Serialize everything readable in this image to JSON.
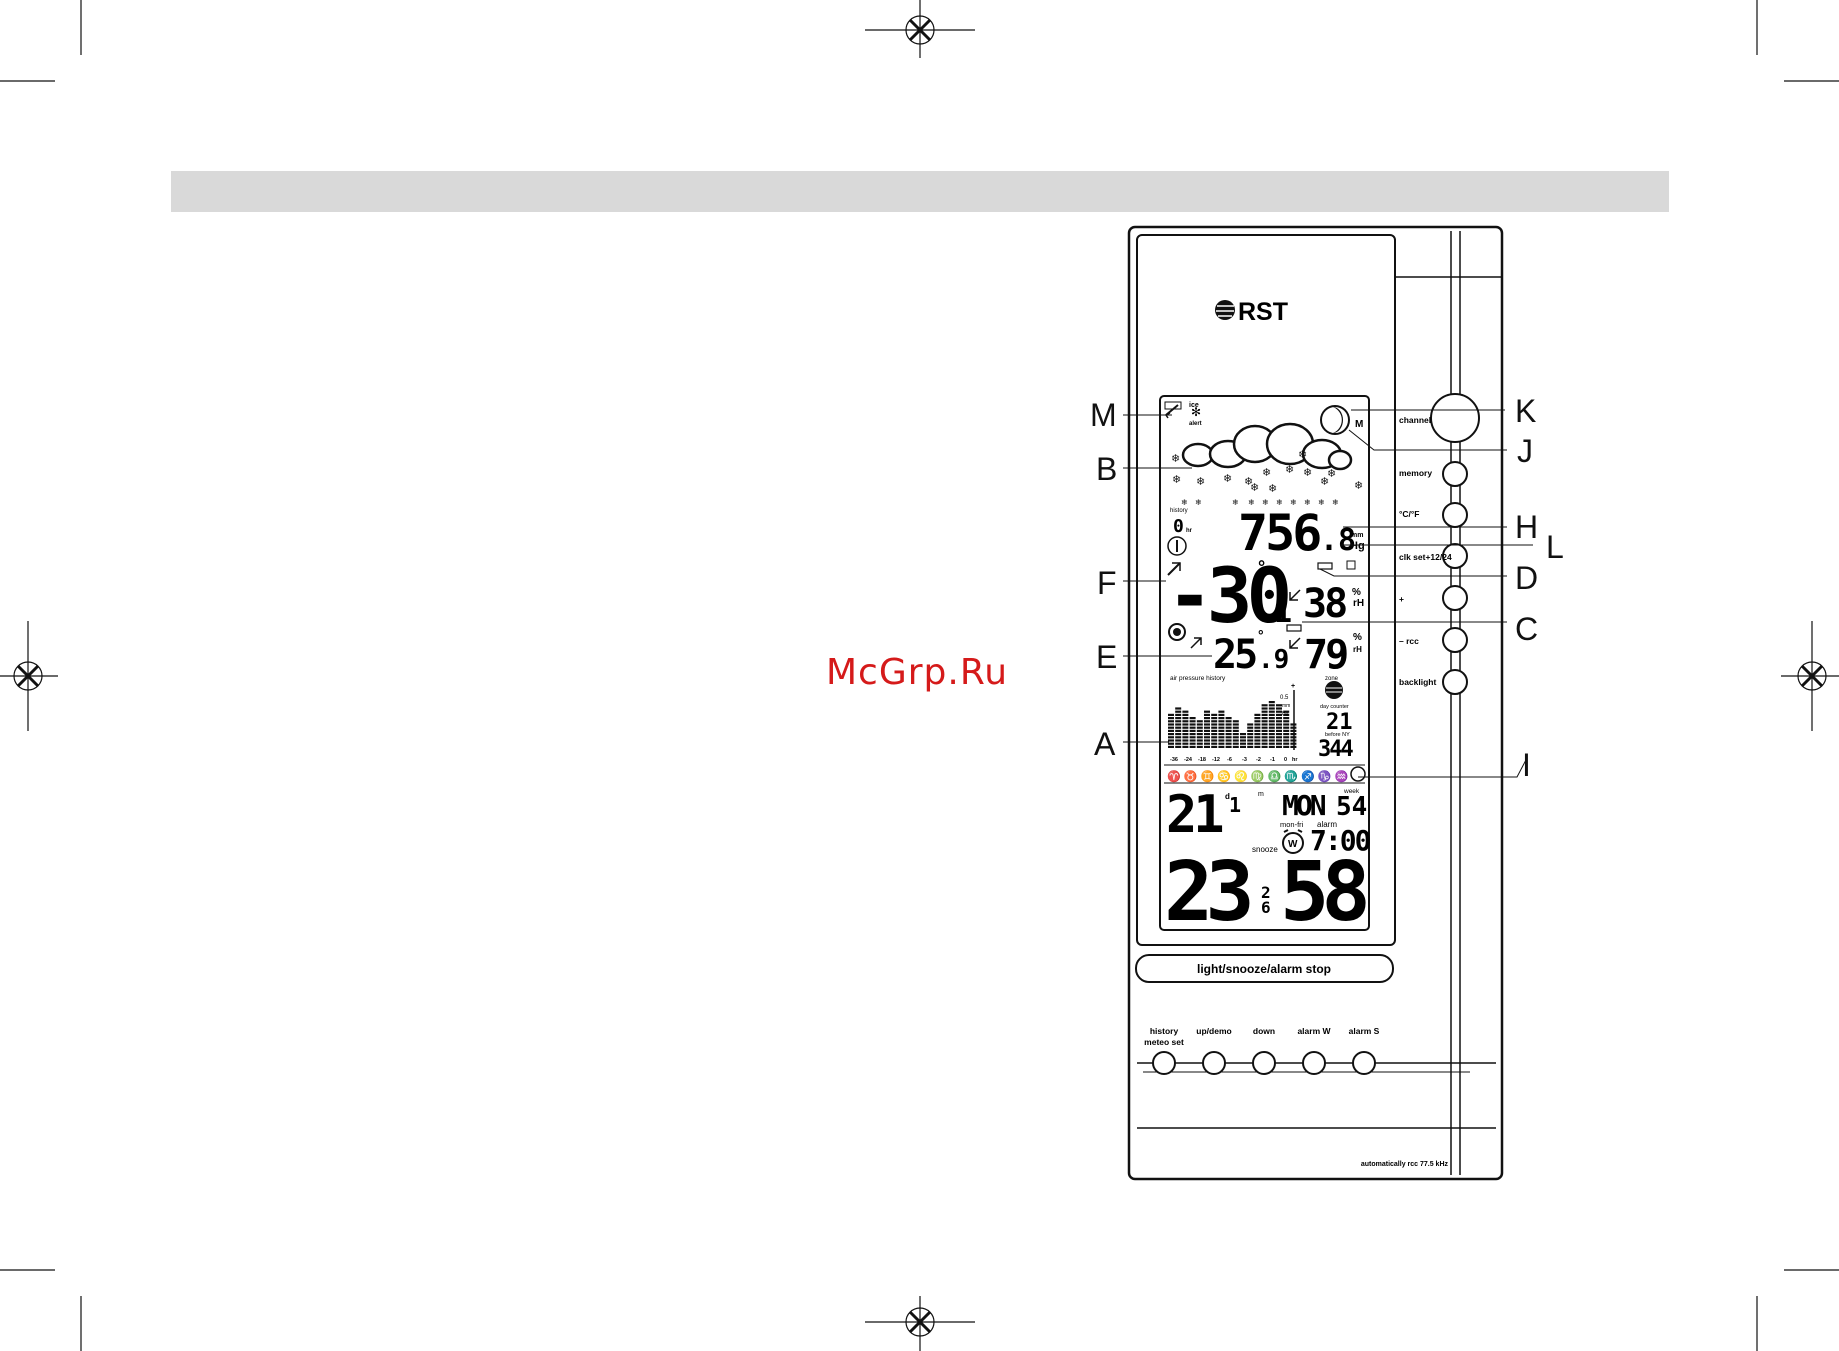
{
  "watermark": "McGrp.Ru",
  "brand": "RST",
  "callouts": [
    "M",
    "B",
    "F",
    "E",
    "A",
    "K",
    "J",
    "H",
    "L",
    "D",
    "C",
    "I"
  ],
  "side_buttons": [
    "channel",
    "memory",
    "°C/°F",
    "clk set+12/24",
    "+",
    "–   rcc",
    "backlight"
  ],
  "bottom_buttons": [
    "history\nmeteo set",
    "up/demo",
    "down",
    "alarm W",
    "alarm S"
  ],
  "main_button": "light/snooze/alarm stop",
  "footer_note": "automatically rcc 77.5 kHz",
  "display": {
    "ice_alert_top": "ice",
    "ice_alert_bottom": "alert",
    "history_label": "history",
    "history_value": "0",
    "history_unit": "hr",
    "pressure": "756",
    "pressure_decimal": ".8",
    "pressure_unit_top": "mm",
    "pressure_unit_bottom": "Hg",
    "outdoor_temp": "-30",
    "outdoor_temp_decimal": ".1",
    "outdoor_humidity": "38",
    "indoor_temp": "25",
    "indoor_temp_decimal": ".9",
    "indoor_humidity": "79",
    "humidity_unit": "%",
    "humidity_unit_rh": "rH",
    "chart_title": "air pressure history",
    "chart_axis": [
      "-36",
      "-24",
      "-18",
      "-12",
      "-6",
      "-3",
      "-2",
      "-1",
      "0",
      "hr"
    ],
    "chart_scale_top": "0.5",
    "chart_scale_unit": "mm Hg",
    "zone_label": "zone",
    "day_counter_label": "day counter",
    "day_counter_value": "21",
    "before_ny_label": "before NY",
    "before_ny_value": "344",
    "moon_label": "M",
    "zodiac": "♈ ♉ ♊ ♋ ♌ ♍ ♎ ♏ ♐ ♑ ♒",
    "date": "21",
    "month": "1",
    "date_d": "d",
    "date_m": "m",
    "weekday": "MON",
    "week_label": "week",
    "week_value": "54",
    "monfri_label": "mon-fri",
    "alarm_label": "alarm",
    "alarm_time": "7:00",
    "snooze_label": "snooze",
    "time_hours": "23",
    "time_seconds": "26",
    "time_minutes": "58"
  }
}
